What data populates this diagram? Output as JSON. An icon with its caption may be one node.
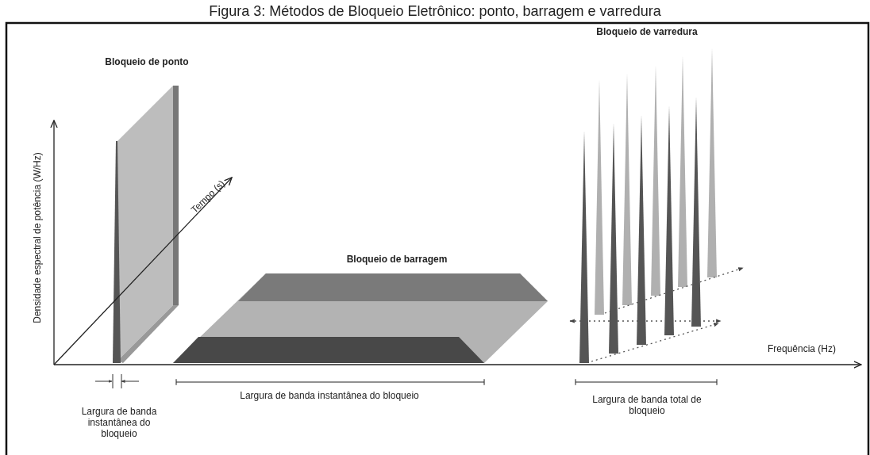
{
  "diagram": {
    "title": "Figura 3: Métodos de Bloqueio Eletrônico: ponto, barragem e varredura",
    "labels": [
      "Bloqueio de varredura",
      "Bloqueio de ponto",
      "Densidade espectral de potência (W/Hz)",
      "Tempo (s)",
      "Bloqueio de barragem",
      "Frequência (Hz)",
      "Largura de banda instantânea do bloqueio",
      "Largura de banda instantânea do bloqueio",
      "Largura de banda total de bloqueio"
    ]
  }
}
